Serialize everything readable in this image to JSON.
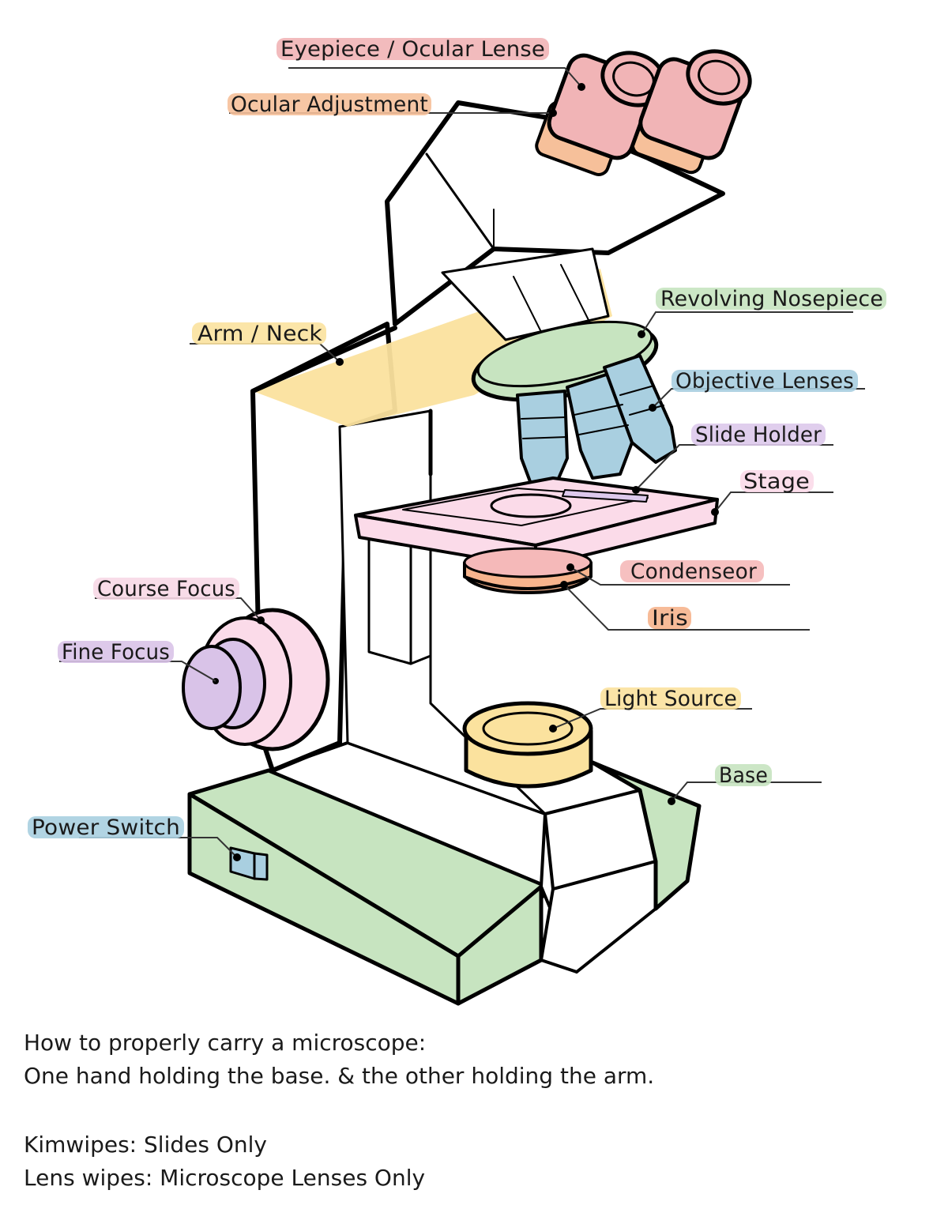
{
  "labels": {
    "eyepiece": "Eyepiece / Ocular Lense",
    "ocular_adjustment": "Ocular Adjustment",
    "revolving_nosepiece": "Revolving Nosepiece",
    "arm_neck": "Arm / Neck",
    "objective_lenses": "Objective Lenses",
    "slide_holder": "Slide Holder",
    "stage": "Stage",
    "condenser": "Condenseor",
    "iris": "Iris",
    "course_focus": "Course Focus",
    "fine_focus": "Fine Focus",
    "light_source": "Light Source",
    "base": "Base",
    "power_switch": "Power Switch"
  },
  "colors": {
    "eyepiece": "#f1b4b6",
    "ocular_adjustment": "#f6c09a",
    "revolving_nosepiece": "#c7e4c0",
    "arm_neck": "#fbe29e",
    "objective_lenses": "#a9cfe0",
    "slide_holder": "#ddc9ec",
    "stage": "#fbdbe9",
    "condenser": "#f5b9b9",
    "iris": "#f7b48d",
    "course_focus": "#f7d8e6",
    "fine_focus": "#d9c3e8",
    "light_source": "#fbe29e",
    "base": "#c7e4c0",
    "power_switch": "#a9cfe0"
  },
  "notes": {
    "carry_title": "How to properly carry a microscope:",
    "carry_text": "One hand holding the base. &  the other holding the arm.",
    "kimwipes": "Kimwipes: Slides Only",
    "lens_wipes": "Lens wipes: Microscope Lenses Only"
  }
}
